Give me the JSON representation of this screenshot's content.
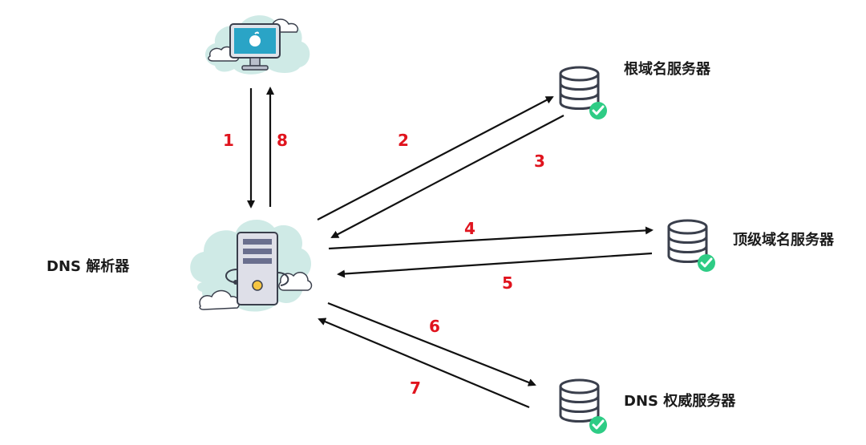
{
  "nodes": {
    "client": {
      "label": ""
    },
    "resolver": {
      "label": "DNS 解析器"
    },
    "root": {
      "label": "根域名服务器"
    },
    "tld": {
      "label": "顶级域名服务器"
    },
    "authoritative": {
      "label": "DNS 权威服务器"
    }
  },
  "steps": [
    "1",
    "2",
    "3",
    "4",
    "5",
    "6",
    "7",
    "8"
  ],
  "colors": {
    "step_number": "#e0141e",
    "arrow": "#111111",
    "cloud": "#cfeae6",
    "check": "#2ecc85",
    "server_body": "#dedfe8",
    "server_panel": "#6a6f8e",
    "monitor_screen": "#2aa4c6",
    "outline": "#3a3f4c"
  },
  "icons": {
    "client": "computer-monitor-icon",
    "resolver": "server-tower-icon",
    "databases": "database-check-icon"
  }
}
